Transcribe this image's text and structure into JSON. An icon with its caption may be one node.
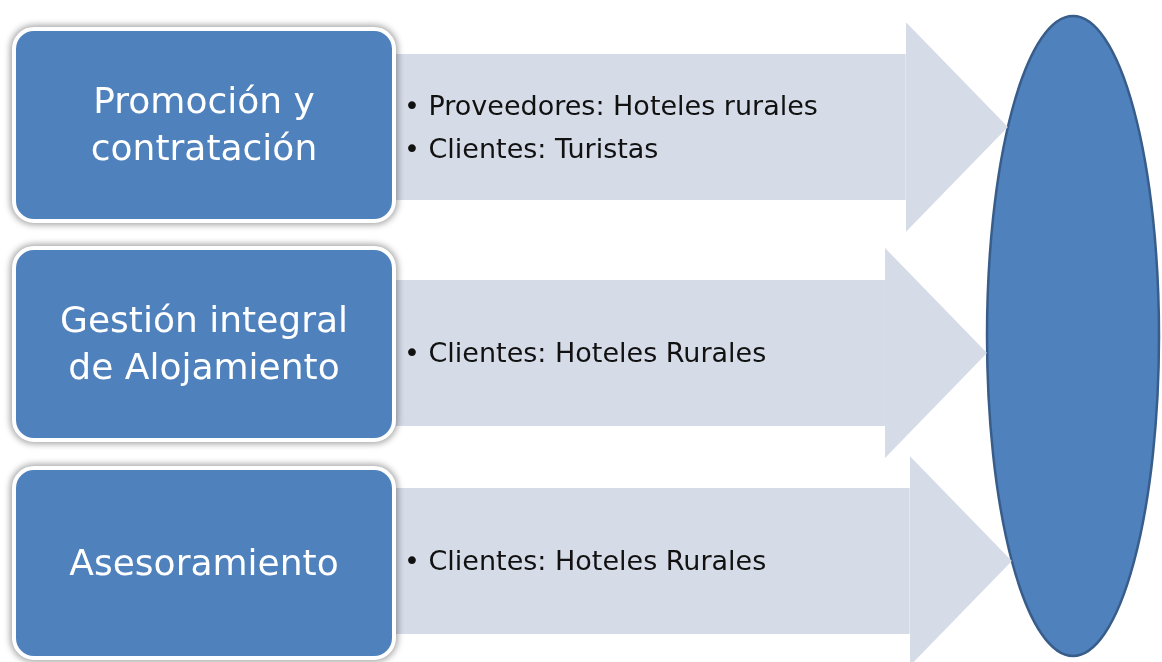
{
  "diagram": {
    "nodes": [
      {
        "text": [
          "Promoción y contratación"
        ]
      },
      {
        "text": [
          "Gestión integral de Alojamiento"
        ]
      },
      {
        "text": [
          "Asesoramiento"
        ]
      },
      {
        "text": [],
        "shape": "ellipse"
      }
    ],
    "edges": [
      {
        "from": 0,
        "to": 3,
        "arrow": "to",
        "label": "• Proveedores: Hoteles rurales • Clientes: Turistas"
      },
      {
        "from": 1,
        "to": 3,
        "arrow": "to",
        "label": "• Clientes: Hoteles Rurales"
      },
      {
        "from": 2,
        "to": 3,
        "arrow": "to",
        "label": "• Clientes: Hoteles Rurales"
      }
    ]
  }
}
